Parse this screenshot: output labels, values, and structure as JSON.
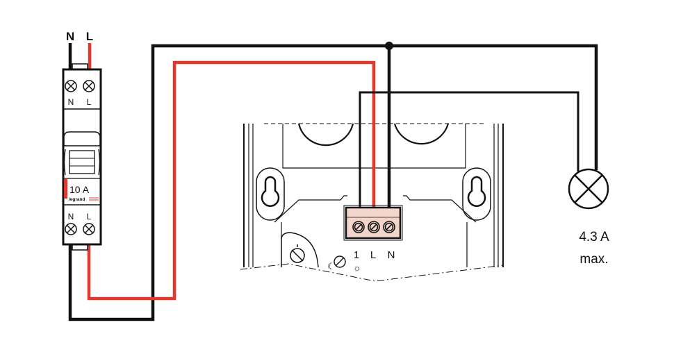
{
  "supply": {
    "neutral_label": "N",
    "line_label": "L"
  },
  "breaker": {
    "top_terminals": [
      "N",
      "L"
    ],
    "bottom_terminals": [
      "N",
      "L"
    ],
    "rating": "10 A",
    "brand": "legrand"
  },
  "device": {
    "terminals": [
      "1",
      "L",
      "N"
    ]
  },
  "lamp": {
    "max_current": "4.3 A",
    "max_suffix": "max."
  },
  "colors": {
    "line_wire": "#e0392f",
    "neutral_wire": "#111111",
    "terminal_block": "#f3d5cb"
  }
}
